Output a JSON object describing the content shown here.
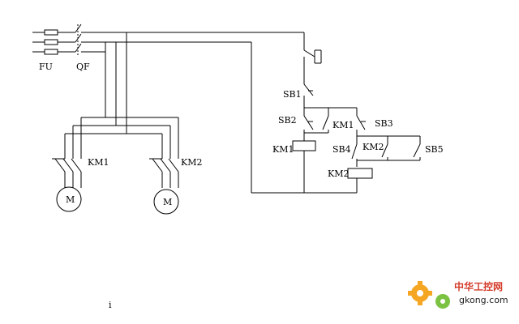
{
  "labels": {
    "fu": "FU",
    "qf": "QF",
    "km1_main": "KM1",
    "km2_main": "KM2",
    "motor1": "M",
    "motor2": "M",
    "sb1": "SB1",
    "sb2": "SB2",
    "km1_aux": "KM1",
    "sb3": "SB3",
    "km1_coil": "KM1",
    "sb4": "SB4",
    "km2_aux": "KM2",
    "sb5": "SB5",
    "km2_coil": "KM2",
    "stray_mark": "i"
  },
  "watermark": {
    "title": "中华工控网",
    "url": "gkong.com",
    "icon": "gear-icon",
    "color": "#f5a623"
  }
}
